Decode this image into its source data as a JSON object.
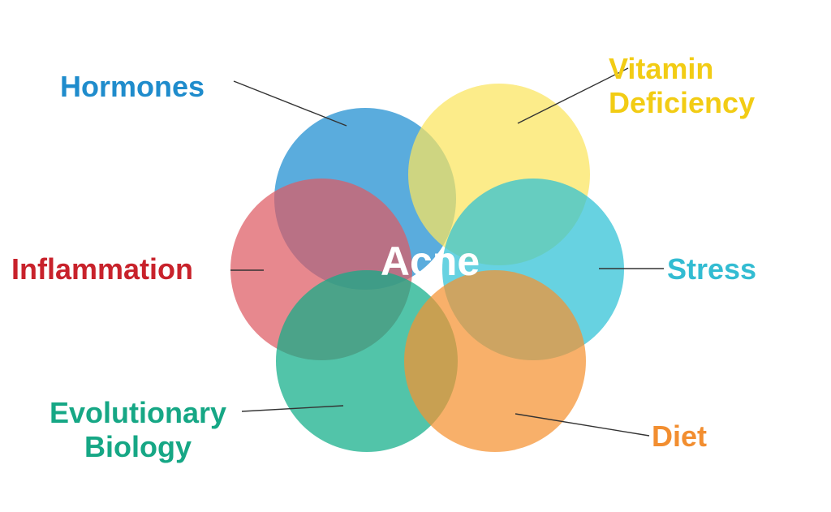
{
  "center": {
    "label": "Acne"
  },
  "factors": [
    {
      "key": "hormones",
      "lines": [
        "Hormones"
      ],
      "color": "#1f8ccc"
    },
    {
      "key": "vitamin",
      "lines": [
        "Vitamin",
        "Deficiency"
      ],
      "color": "#f2cc14"
    },
    {
      "key": "inflammation",
      "lines": [
        "Inflammation"
      ],
      "color": "#c8222b"
    },
    {
      "key": "stress",
      "lines": [
        "Stress"
      ],
      "color": "#33bcd2"
    },
    {
      "key": "evolutionary",
      "lines": [
        "Evolutionary",
        "Biology"
      ],
      "color": "#16a785"
    },
    {
      "key": "diet",
      "lines": [
        "Diet"
      ],
      "color": "#f28e30"
    }
  ],
  "circle_fills": {
    "hormones": "#1a8cd0",
    "vitamin": "#fbe45d",
    "inflammation": "#de5a63",
    "stress": "#2cc0d6",
    "evolutionary": "#0fad88",
    "diet": "#f59130"
  }
}
